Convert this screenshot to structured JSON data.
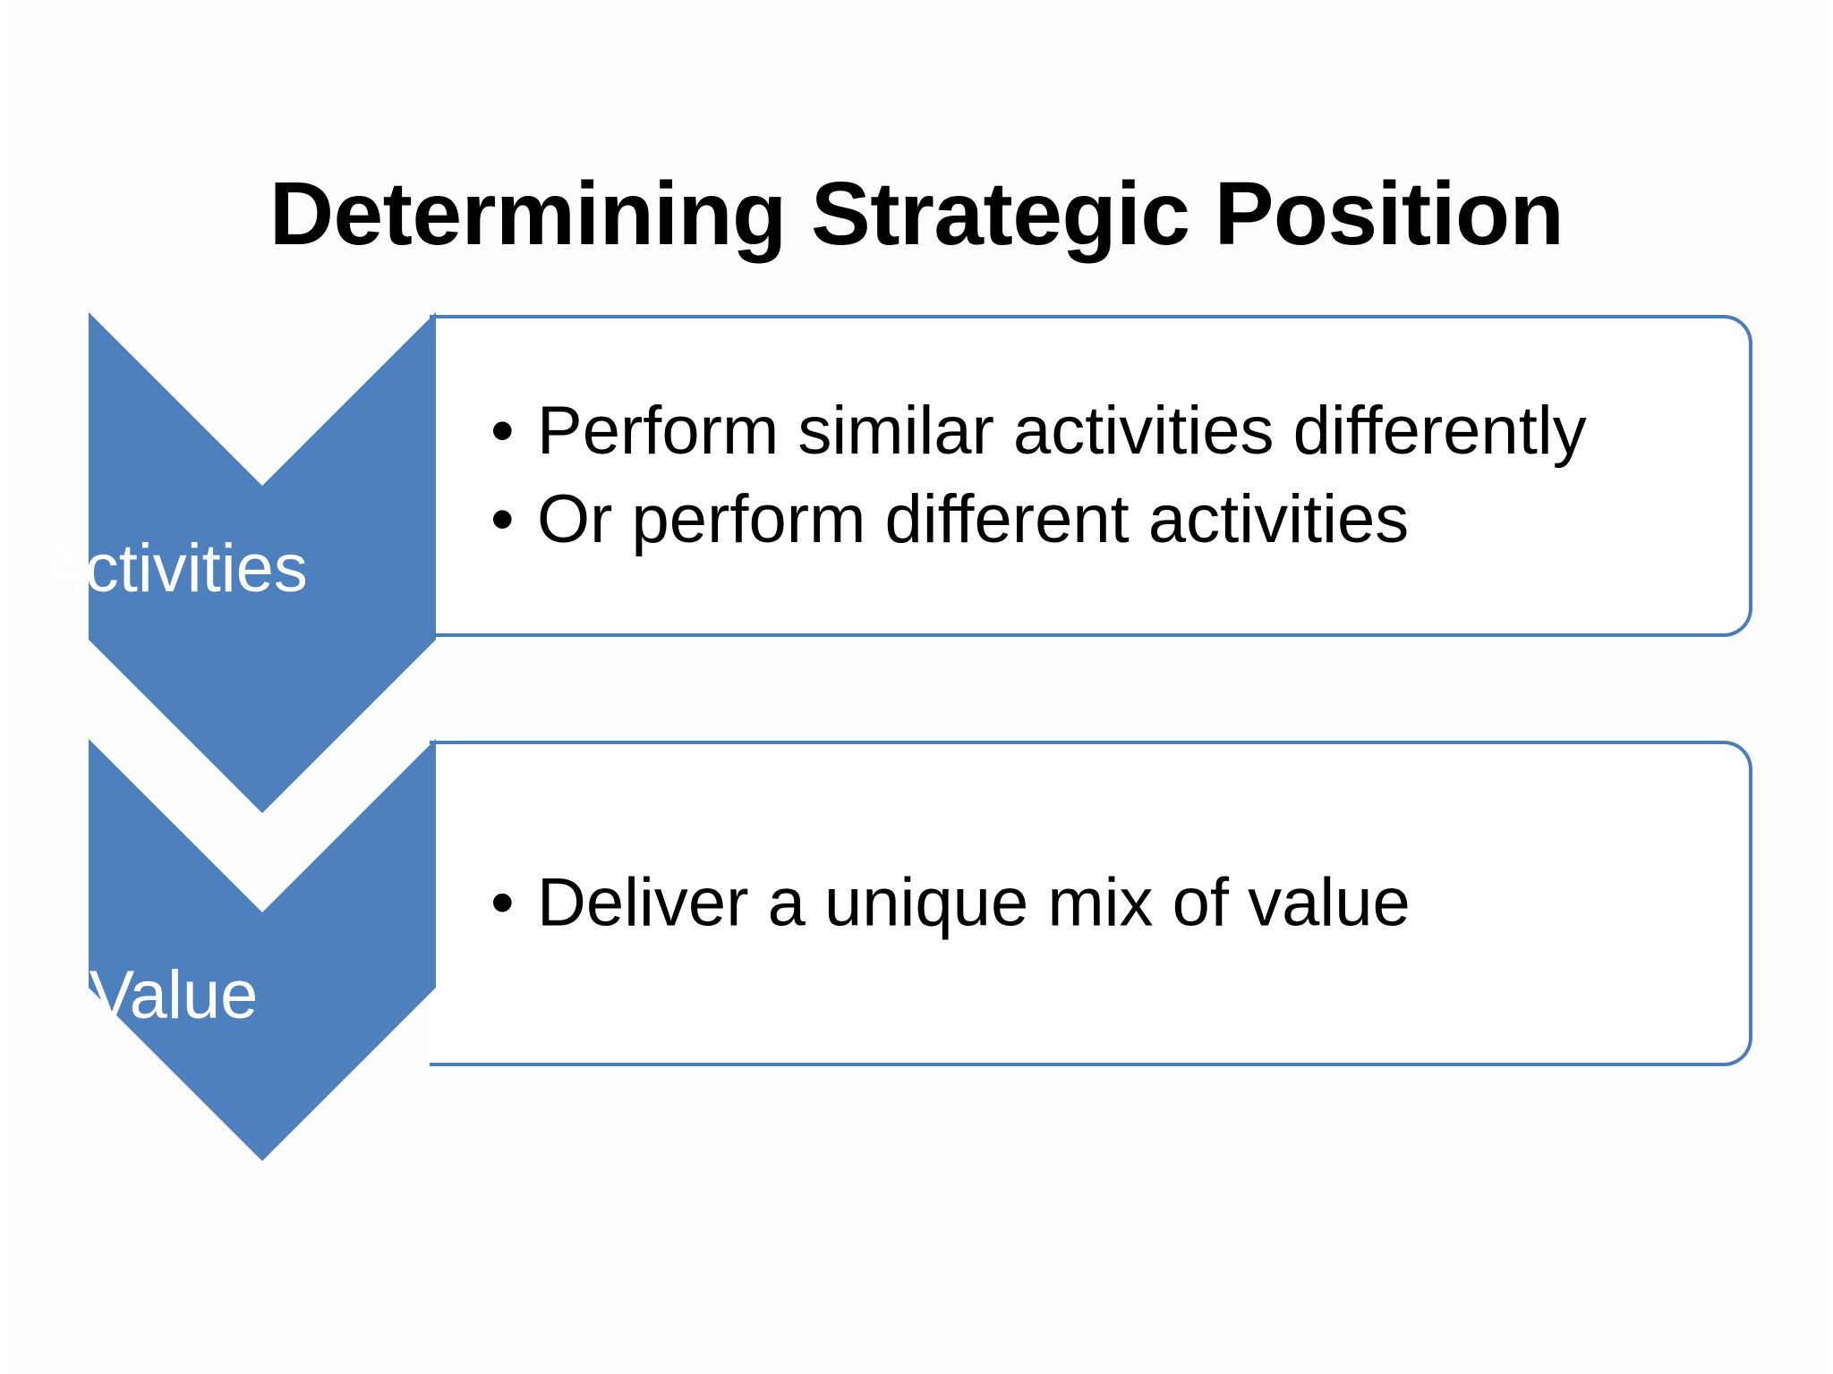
{
  "slide": {
    "title": "Determining Strategic Position",
    "background_color": "#FFFFFF",
    "accent_color": "#4E80BE",
    "border_color": "#4A7EBB",
    "text_color": "#000000",
    "chevron_label_color": "#FFFFFF"
  },
  "rows": [
    {
      "id": "activities",
      "chevron_label": "Activities",
      "bullets": [
        {
          "marker": "•",
          "text": "Perform similar activities differently"
        },
        {
          "marker": "•",
          "text": "Or perform different activities"
        }
      ]
    },
    {
      "id": "value",
      "chevron_label": "Value",
      "bullets": [
        {
          "marker": "•",
          "text": "Deliver a unique mix of value"
        }
      ]
    }
  ]
}
